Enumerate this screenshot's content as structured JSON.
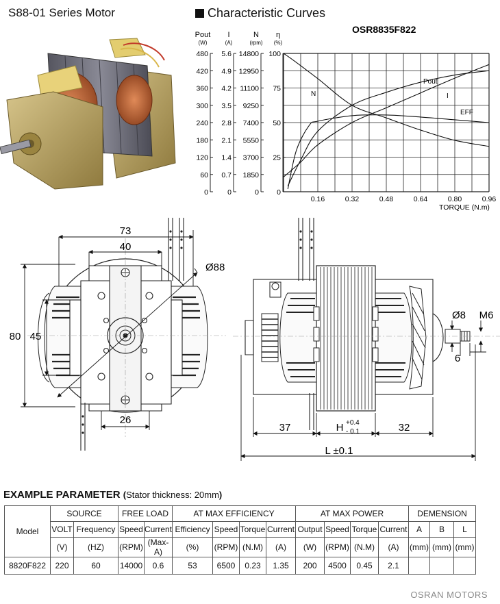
{
  "header": {
    "series_title": "S88-01 Series Motor",
    "curves_title": "Characteristic Curves",
    "model_code": "OSR8835F822"
  },
  "chart_data": {
    "type": "line",
    "xlabel": "TORQUE (N.m)",
    "xlim": [
      0,
      0.96
    ],
    "x_ticks": [
      "0.16",
      "0.32",
      "0.48",
      "0.64",
      "0.80",
      "0.96"
    ],
    "axes": [
      {
        "name": "Pout",
        "unit": "(W)",
        "ticks": [
          "480",
          "420",
          "360",
          "300",
          "240",
          "180",
          "120",
          "60",
          "0"
        ]
      },
      {
        "name": "I",
        "unit": "(A)",
        "ticks": [
          "5.6",
          "4.9",
          "4.2",
          "3.5",
          "2.8",
          "2.1",
          "1.4",
          "0.7",
          "0"
        ]
      },
      {
        "name": "N",
        "unit": "(rpm)",
        "ticks": [
          "14800",
          "12950",
          "11100",
          "9250",
          "7400",
          "5550",
          "3700",
          "1850",
          "0"
        ]
      },
      {
        "name": "η",
        "unit": "(%)",
        "ticks": [
          "100",
          "75",
          "50",
          "25",
          "0"
        ]
      }
    ],
    "series": [
      {
        "name": "N",
        "x": [
          0,
          0.05,
          0.16,
          0.32,
          0.48,
          0.64,
          0.8,
          0.96
        ],
        "y": [
          14800,
          14000,
          12100,
          9250,
          7900,
          6600,
          5500,
          4850
        ]
      },
      {
        "name": "Pout",
        "x": [
          0.02,
          0.08,
          0.16,
          0.32,
          0.48,
          0.64,
          0.8,
          0.96
        ],
        "y": [
          20,
          110,
          210,
          300,
          345,
          380,
          405,
          420
        ]
      },
      {
        "name": "I",
        "x": [
          0,
          0.08,
          0.16,
          0.32,
          0.48,
          0.64,
          0.8,
          0.96
        ],
        "y": [
          0.6,
          1.2,
          1.9,
          2.8,
          3.4,
          4.0,
          4.6,
          5.15
        ]
      },
      {
        "name": "EFF",
        "x": [
          0.02,
          0.06,
          0.12,
          0.16,
          0.32,
          0.48,
          0.64,
          0.8,
          0.96
        ],
        "y": [
          2,
          30,
          48,
          51,
          55,
          55.5,
          54,
          52,
          50
        ]
      }
    ]
  },
  "dims": {
    "d73": "73",
    "d40": "40",
    "d88": "Ø88",
    "d80": "80",
    "d45": "45",
    "d26": "26",
    "d8": "Ø8",
    "m6": "M6",
    "d6": "6",
    "d37": "37",
    "d32": "32",
    "h_label": "H",
    "h_plus": "+0.4",
    "h_minus": "- 0.1",
    "l_label": "L ±0.1"
  },
  "example": {
    "title": "EXAMPLE PARAMETER",
    "sub_open": "(",
    "sub_text": "Stator thickness: 20mm",
    "sub_close": ")"
  },
  "table": {
    "model_label": "Model",
    "groups": [
      "SOURCE",
      "FREE LOAD",
      "AT MAX EFFICIENCY",
      "AT MAX POWER",
      "DEMENSION"
    ],
    "sub_top": [
      "VOLT",
      "Frequency",
      "Speed",
      "Current",
      "Efficiency",
      "Speed",
      "Torque",
      "Current",
      "Output",
      "Speed",
      "Torque",
      "Current",
      "A",
      "B",
      "L"
    ],
    "sub_bottom": [
      "(V)",
      "(HZ)",
      "(RPM)",
      "(Max-A)",
      "(%)",
      "(RPM)",
      "(N.M)",
      "(A)",
      "(W)",
      "(RPM)",
      "(N.M)",
      "(A)",
      "(mm)",
      "(mm)",
      "(mm)"
    ],
    "row": [
      "8820F822",
      "220",
      "60",
      "14000",
      "0.6",
      "53",
      "6500",
      "0.23",
      "1.35",
      "200",
      "4500",
      "0.45",
      "2.1",
      "",
      "",
      ""
    ]
  },
  "footer": {
    "brand": "OSRAN MOTORS"
  },
  "colors": {
    "copper": "#b86a3e",
    "steel": "#6e6e78",
    "bracket": "#b8a060",
    "grid": "#222222"
  }
}
